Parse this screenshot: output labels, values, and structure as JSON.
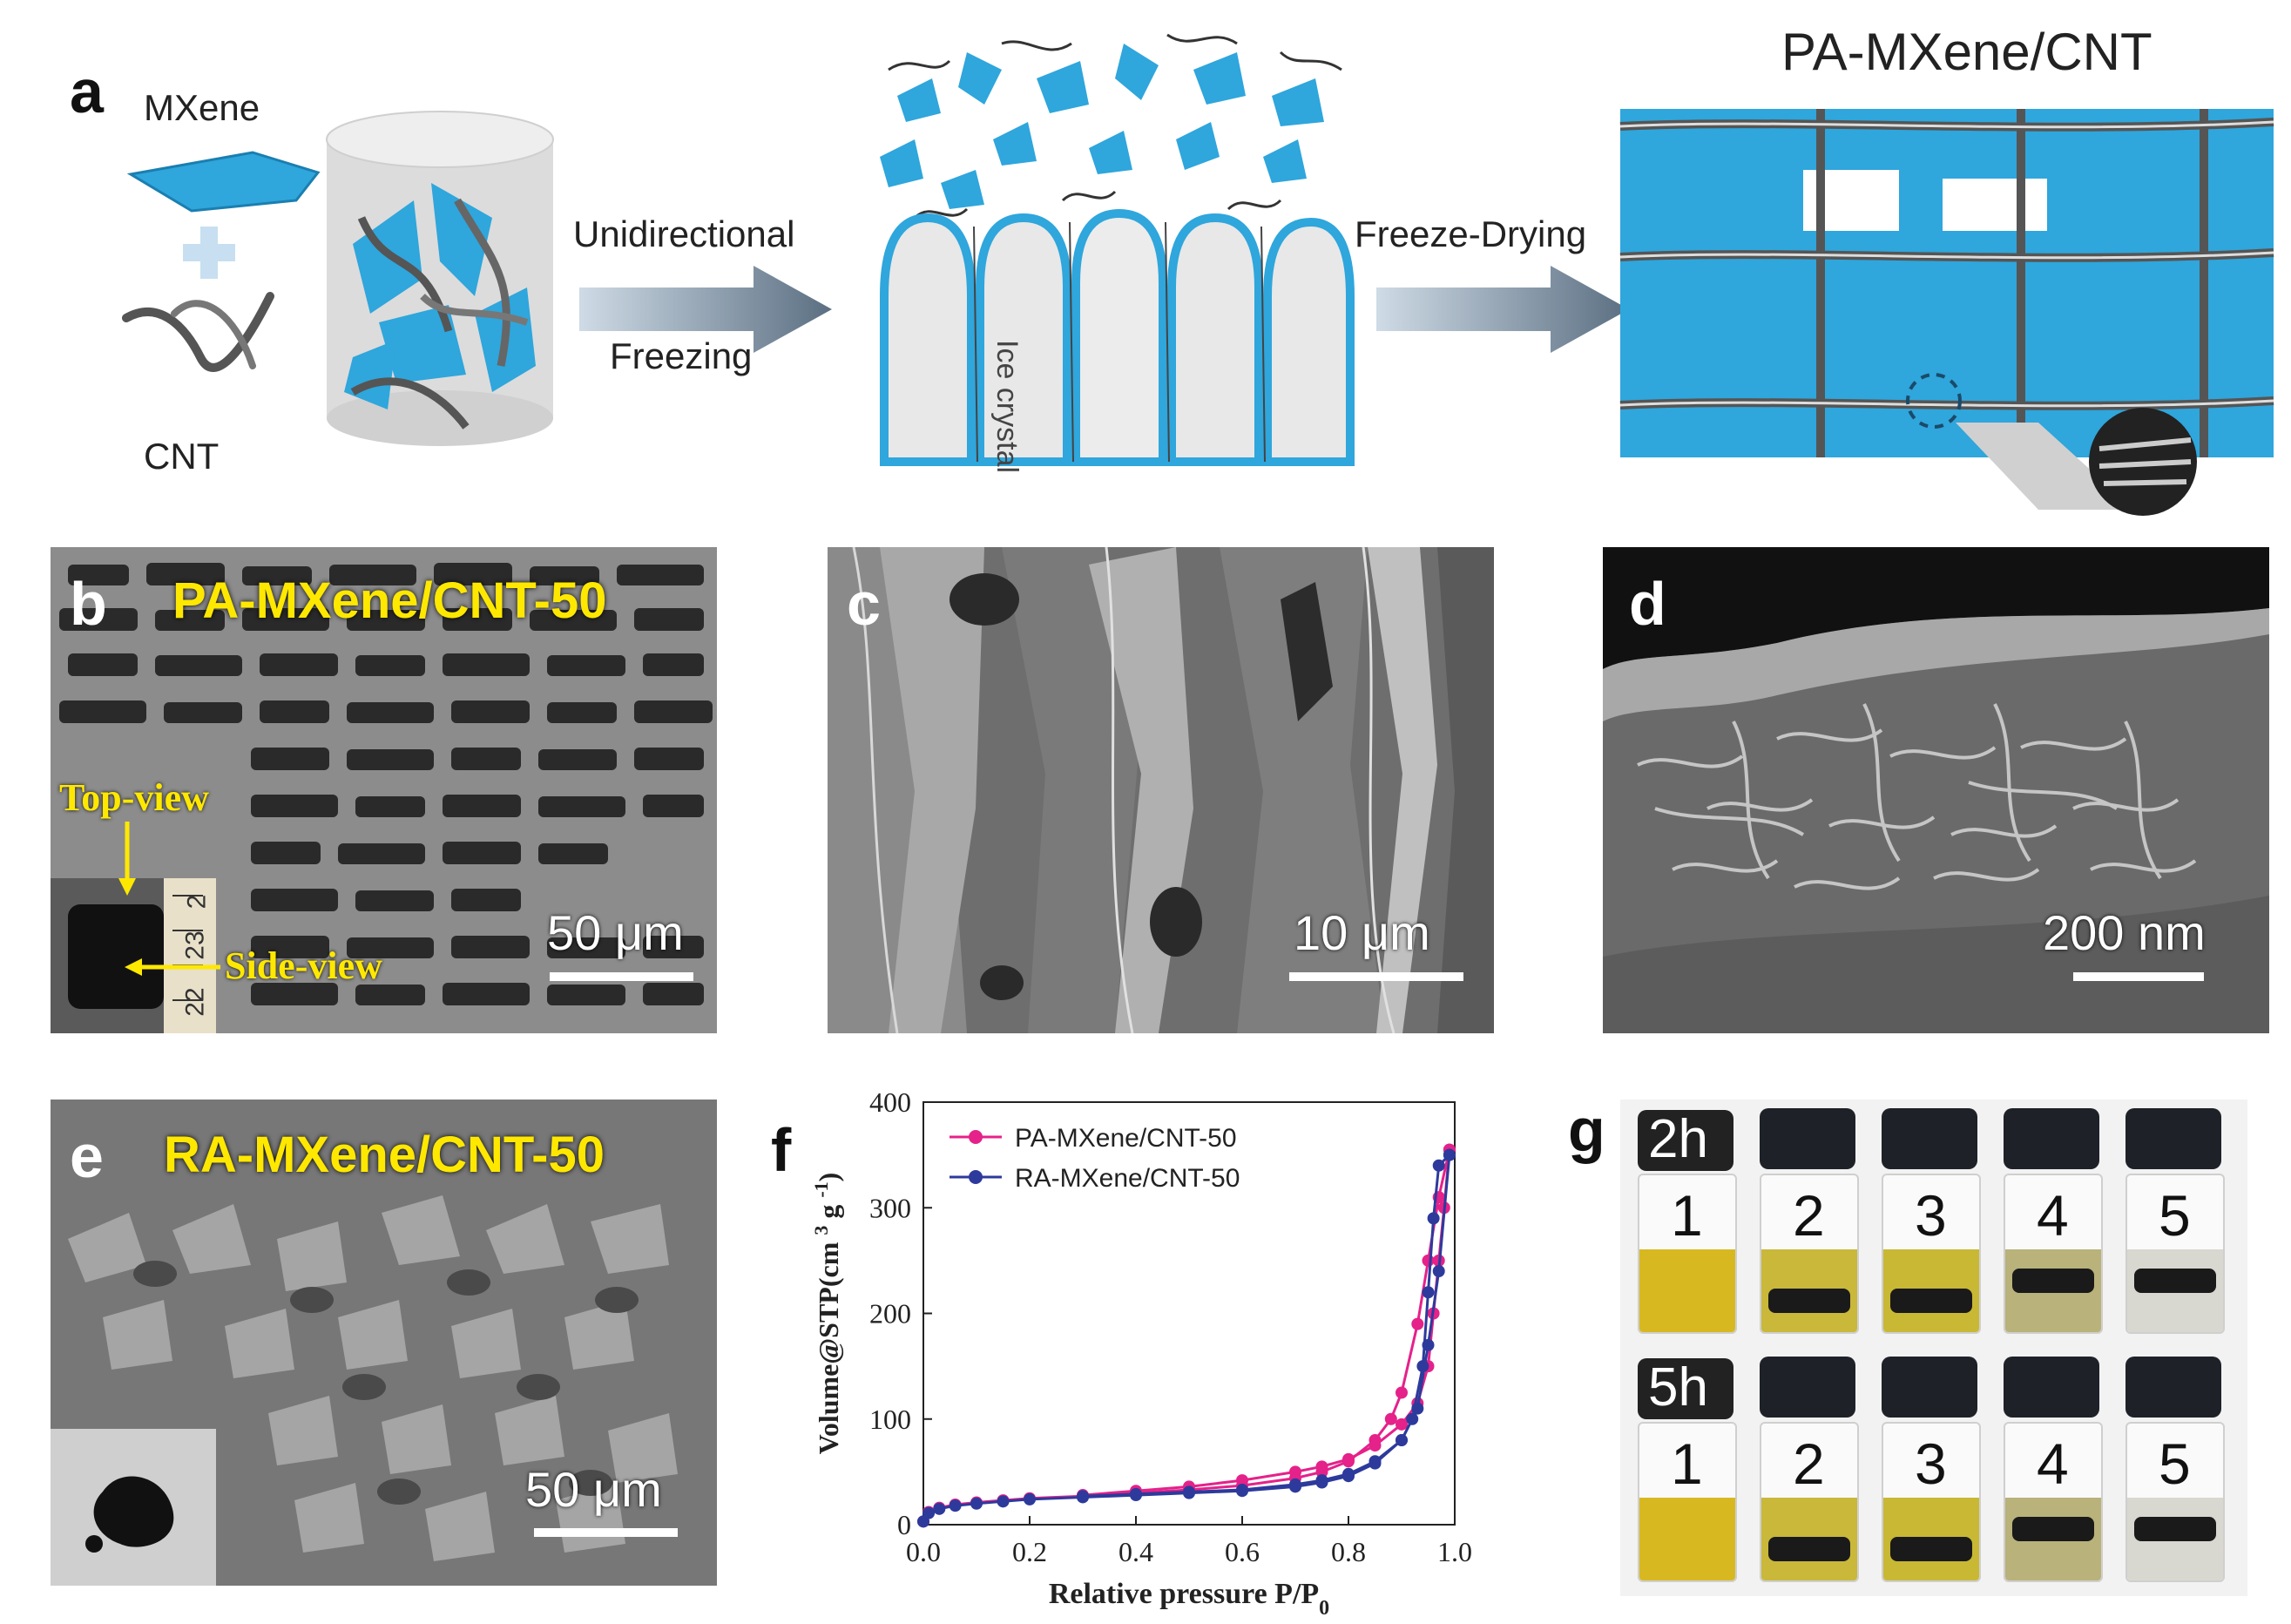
{
  "panel_a": {
    "letter": "a",
    "mxene_label": "MXene",
    "cnt_label": "CNT",
    "step1_top": "Unidirectional",
    "step1_bottom": "Freezing",
    "ice_label": "Ice crystal",
    "step2": "Freeze-Drying",
    "result_title": "PA-MXene/CNT"
  },
  "panel_b": {
    "letter": "b",
    "title": "PA-MXene/CNT-50",
    "top_view": "Top-view",
    "side_view": "Side-view",
    "scale": "50 μm",
    "ruler_numbers": [
      "22",
      "23",
      "2"
    ]
  },
  "panel_c": {
    "letter": "c",
    "scale": "10 μm"
  },
  "panel_d": {
    "letter": "d",
    "scale": "200 nm"
  },
  "panel_e": {
    "letter": "e",
    "title": "RA-MXene/CNT-50",
    "scale": "50 μm"
  },
  "panel_f": {
    "letter": "f"
  },
  "panel_g": {
    "letter": "g",
    "rows": [
      {
        "time": "2h",
        "numbers": [
          "1",
          "2",
          "3",
          "4",
          "5"
        ]
      },
      {
        "time": "5h",
        "numbers": [
          "1",
          "2",
          "3",
          "4",
          "5"
        ]
      }
    ]
  },
  "colors": {
    "mxene_blue": "#2fa6dc",
    "pa_series": "#e5218a",
    "ra_series": "#2d3a9c",
    "label_yellow": "#ffe800"
  },
  "chart_data": {
    "type": "line",
    "xlabel": "Relative pressure P/P",
    "xlabel_sub": "0",
    "ylabel": "Volume@STP(cm  g )",
    "ylabel_sup1": "3",
    "ylabel_sup2": "-1",
    "xlim": [
      0.0,
      1.0
    ],
    "ylim": [
      0,
      400
    ],
    "x_ticks": [
      "0.0",
      "0.2",
      "0.4",
      "0.6",
      "0.8",
      "1.0"
    ],
    "y_ticks": [
      "0",
      "100",
      "200",
      "300",
      "400"
    ],
    "legend_position": "top-left",
    "series": [
      {
        "name": "PA-MXene/CNT-50",
        "color": "#e5218a",
        "adsorption": [
          [
            0.0,
            3
          ],
          [
            0.01,
            12
          ],
          [
            0.03,
            16
          ],
          [
            0.06,
            19
          ],
          [
            0.1,
            21
          ],
          [
            0.15,
            23
          ],
          [
            0.2,
            25
          ],
          [
            0.3,
            27
          ],
          [
            0.4,
            30
          ],
          [
            0.5,
            33
          ],
          [
            0.6,
            37
          ],
          [
            0.7,
            44
          ],
          [
            0.75,
            50
          ],
          [
            0.8,
            60
          ],
          [
            0.85,
            80
          ],
          [
            0.88,
            100
          ],
          [
            0.9,
            125
          ],
          [
            0.93,
            190
          ],
          [
            0.95,
            250
          ],
          [
            0.97,
            310
          ],
          [
            0.99,
            355
          ]
        ],
        "desorption": [
          [
            0.99,
            355
          ],
          [
            0.98,
            300
          ],
          [
            0.97,
            250
          ],
          [
            0.96,
            200
          ],
          [
            0.95,
            150
          ],
          [
            0.93,
            115
          ],
          [
            0.9,
            95
          ],
          [
            0.85,
            75
          ],
          [
            0.8,
            62
          ],
          [
            0.75,
            55
          ],
          [
            0.7,
            50
          ],
          [
            0.6,
            42
          ],
          [
            0.5,
            36
          ],
          [
            0.4,
            32
          ],
          [
            0.3,
            28
          ]
        ]
      },
      {
        "name": "RA-MXene/CNT-50",
        "color": "#2d3a9c",
        "adsorption": [
          [
            0.0,
            3
          ],
          [
            0.01,
            11
          ],
          [
            0.03,
            15
          ],
          [
            0.06,
            18
          ],
          [
            0.1,
            20
          ],
          [
            0.15,
            22
          ],
          [
            0.2,
            24
          ],
          [
            0.3,
            26
          ],
          [
            0.4,
            28
          ],
          [
            0.5,
            30
          ],
          [
            0.6,
            32
          ],
          [
            0.7,
            36
          ],
          [
            0.75,
            40
          ],
          [
            0.8,
            46
          ],
          [
            0.85,
            58
          ],
          [
            0.9,
            80
          ],
          [
            0.93,
            110
          ],
          [
            0.95,
            170
          ],
          [
            0.97,
            240
          ],
          [
            0.99,
            350
          ]
        ],
        "desorption": [
          [
            0.99,
            350
          ],
          [
            0.97,
            340
          ],
          [
            0.96,
            290
          ],
          [
            0.95,
            220
          ],
          [
            0.94,
            150
          ],
          [
            0.92,
            100
          ],
          [
            0.9,
            80
          ],
          [
            0.85,
            60
          ],
          [
            0.8,
            48
          ],
          [
            0.75,
            42
          ],
          [
            0.7,
            38
          ],
          [
            0.6,
            33
          ],
          [
            0.5,
            31
          ],
          [
            0.4,
            29
          ],
          [
            0.3,
            27
          ]
        ]
      }
    ]
  }
}
